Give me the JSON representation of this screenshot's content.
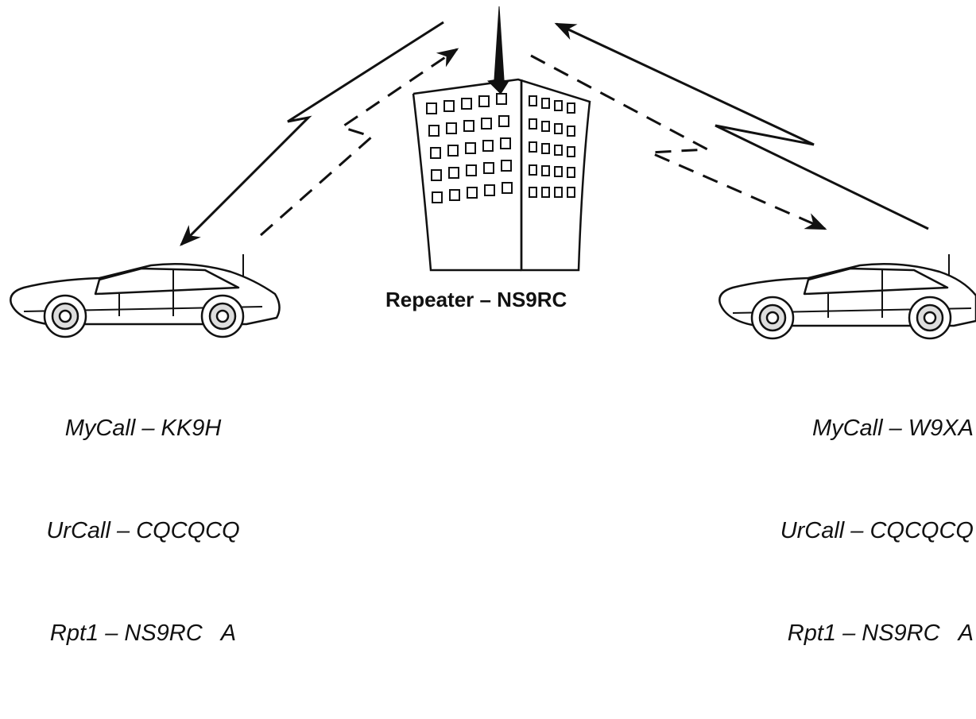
{
  "repeater": {
    "label": "Repeater – NS9RC"
  },
  "stations": [
    {
      "id": "left",
      "mycall": "MyCall – KK9H",
      "urcall": "UrCall – CQCQCQ",
      "rpt1": "Rpt1 – NS9RC   A"
    },
    {
      "id": "right",
      "mycall": "MyCall – W9XA",
      "urcall": "UrCall – CQCQCQ",
      "rpt1": "Rpt1 – NS9RC   A"
    }
  ],
  "colors": {
    "ink": "#111111",
    "background": "#ffffff"
  }
}
